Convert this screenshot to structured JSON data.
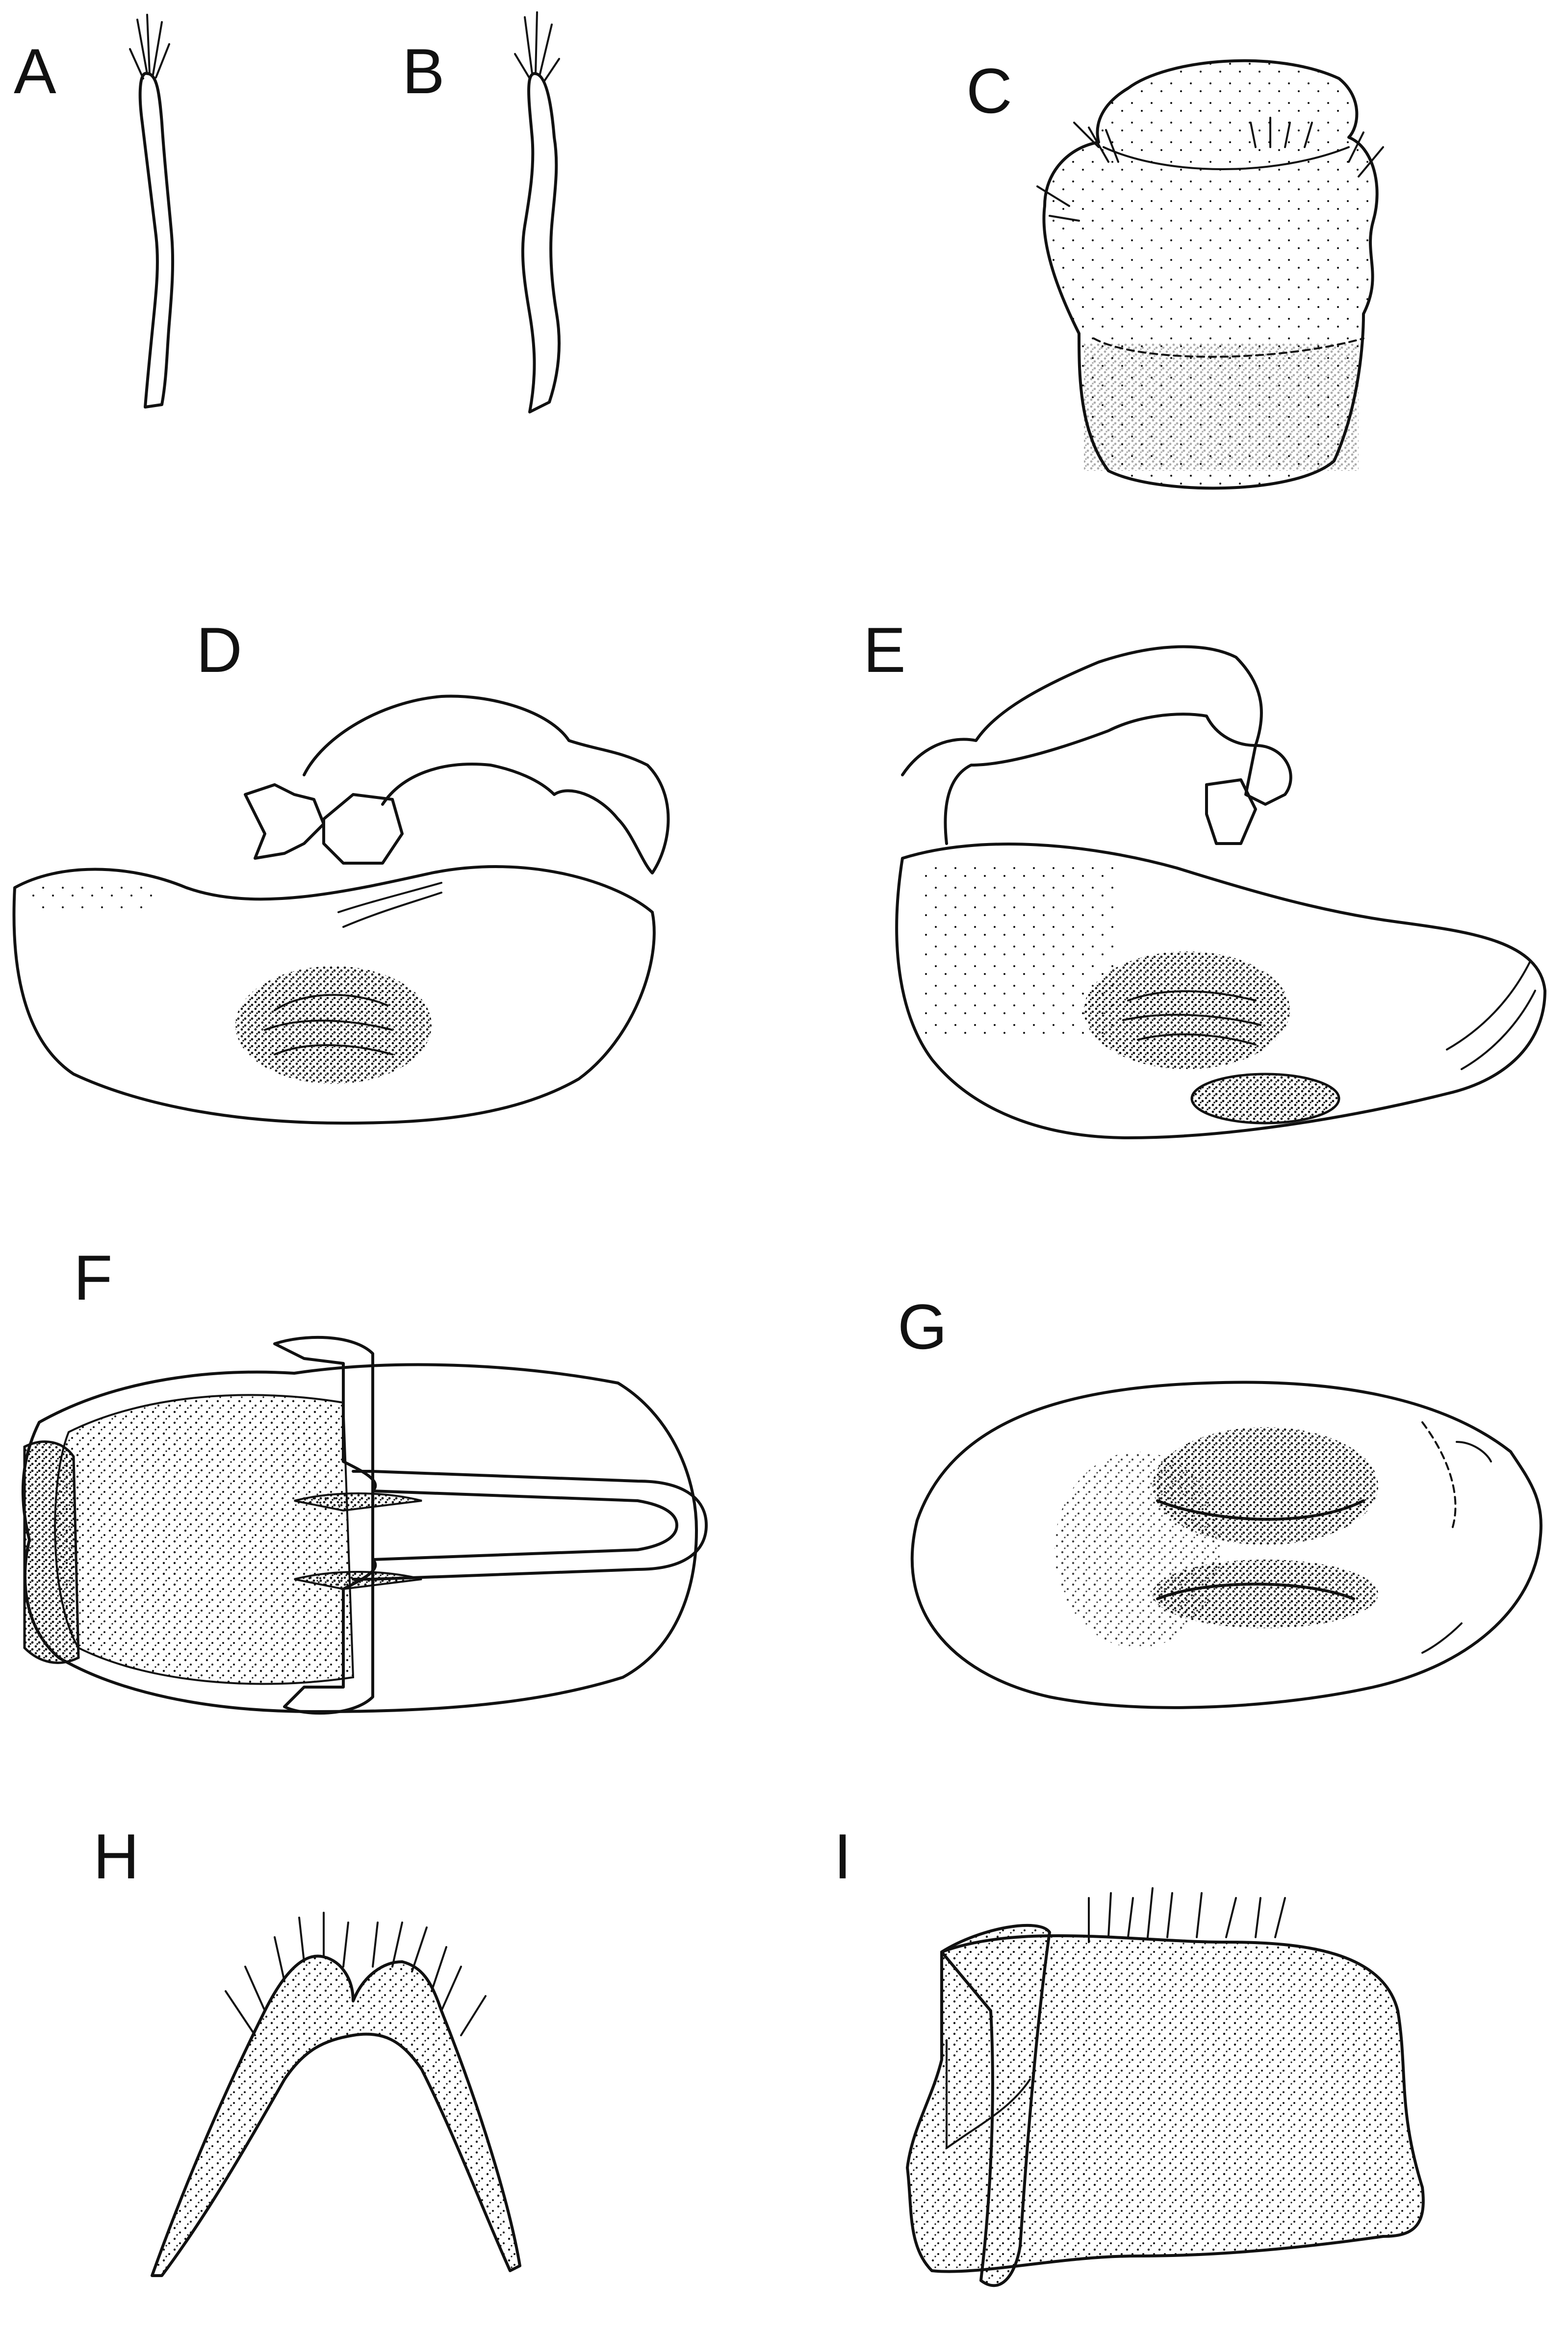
{
  "figure": {
    "background": "#ffffff",
    "ink_color": "#111111",
    "panels": [
      {
        "id": "A",
        "label": "A",
        "icon": "appendage-slender-icon"
      },
      {
        "id": "B",
        "label": "B",
        "icon": "appendage-curved-icon"
      },
      {
        "id": "C",
        "label": "C",
        "icon": "segment-dorsal-icon"
      },
      {
        "id": "D",
        "label": "D",
        "icon": "capsule-lateral-left-icon"
      },
      {
        "id": "E",
        "label": "E",
        "icon": "capsule-lateral-right-icon"
      },
      {
        "id": "F",
        "label": "F",
        "icon": "capsule-ventral-icon"
      },
      {
        "id": "G",
        "label": "G",
        "icon": "capsule-oval-icon"
      },
      {
        "id": "H",
        "label": "H",
        "icon": "sternite-arch-icon"
      },
      {
        "id": "I",
        "label": "I",
        "icon": "segment-lateral-icon"
      }
    ]
  }
}
